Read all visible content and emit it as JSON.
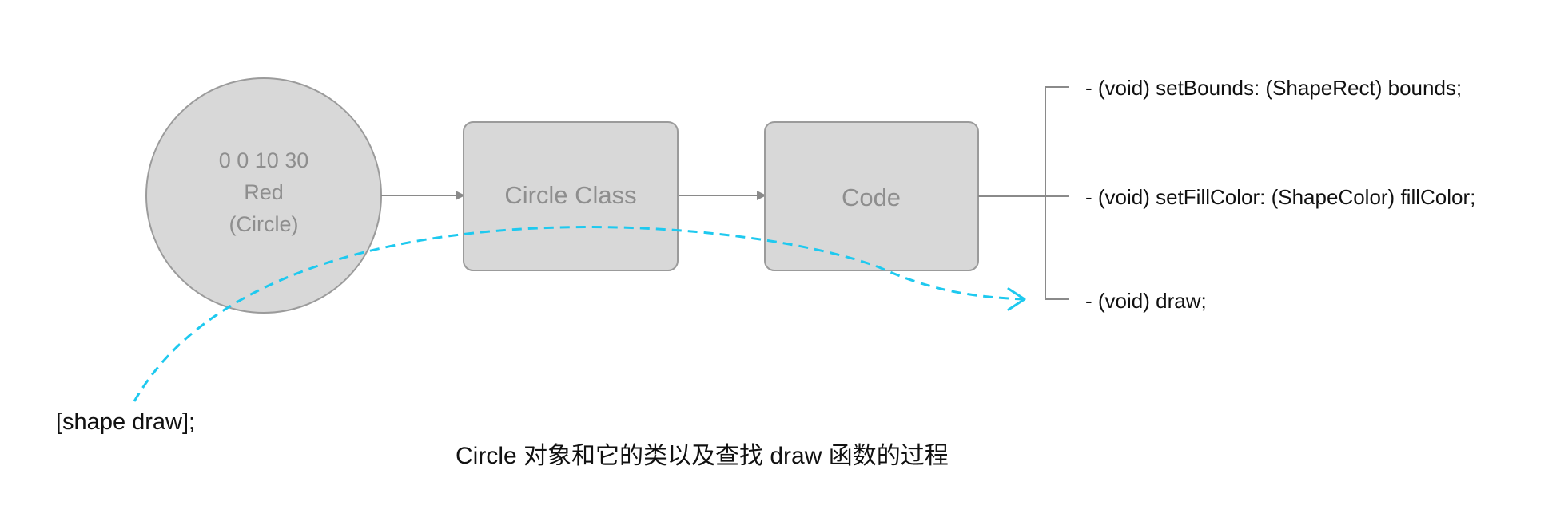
{
  "object_node": {
    "values_line": "0 0 10 30",
    "color_line": "Red",
    "type_line": "(Circle)"
  },
  "class_node": {
    "label": "Circle Class"
  },
  "code_node": {
    "label": "Code"
  },
  "methods": [
    {
      "signature": "- (void) setBounds: (ShapeRect) bounds;"
    },
    {
      "signature": "- (void) setFillColor: (ShapeColor) fillColor;"
    },
    {
      "signature": "- (void) draw;"
    }
  ],
  "message_call": "[shape draw];",
  "caption": "Circle 对象和它的类以及查找 draw 函数的过程",
  "colors": {
    "node_fill": "#d8d8d8",
    "node_stroke": "#9b9b9b",
    "node_text": "#8e8e8e",
    "connector": "#8a8a8a",
    "dispatch_path": "#1ec9ef",
    "text": "#111111"
  }
}
